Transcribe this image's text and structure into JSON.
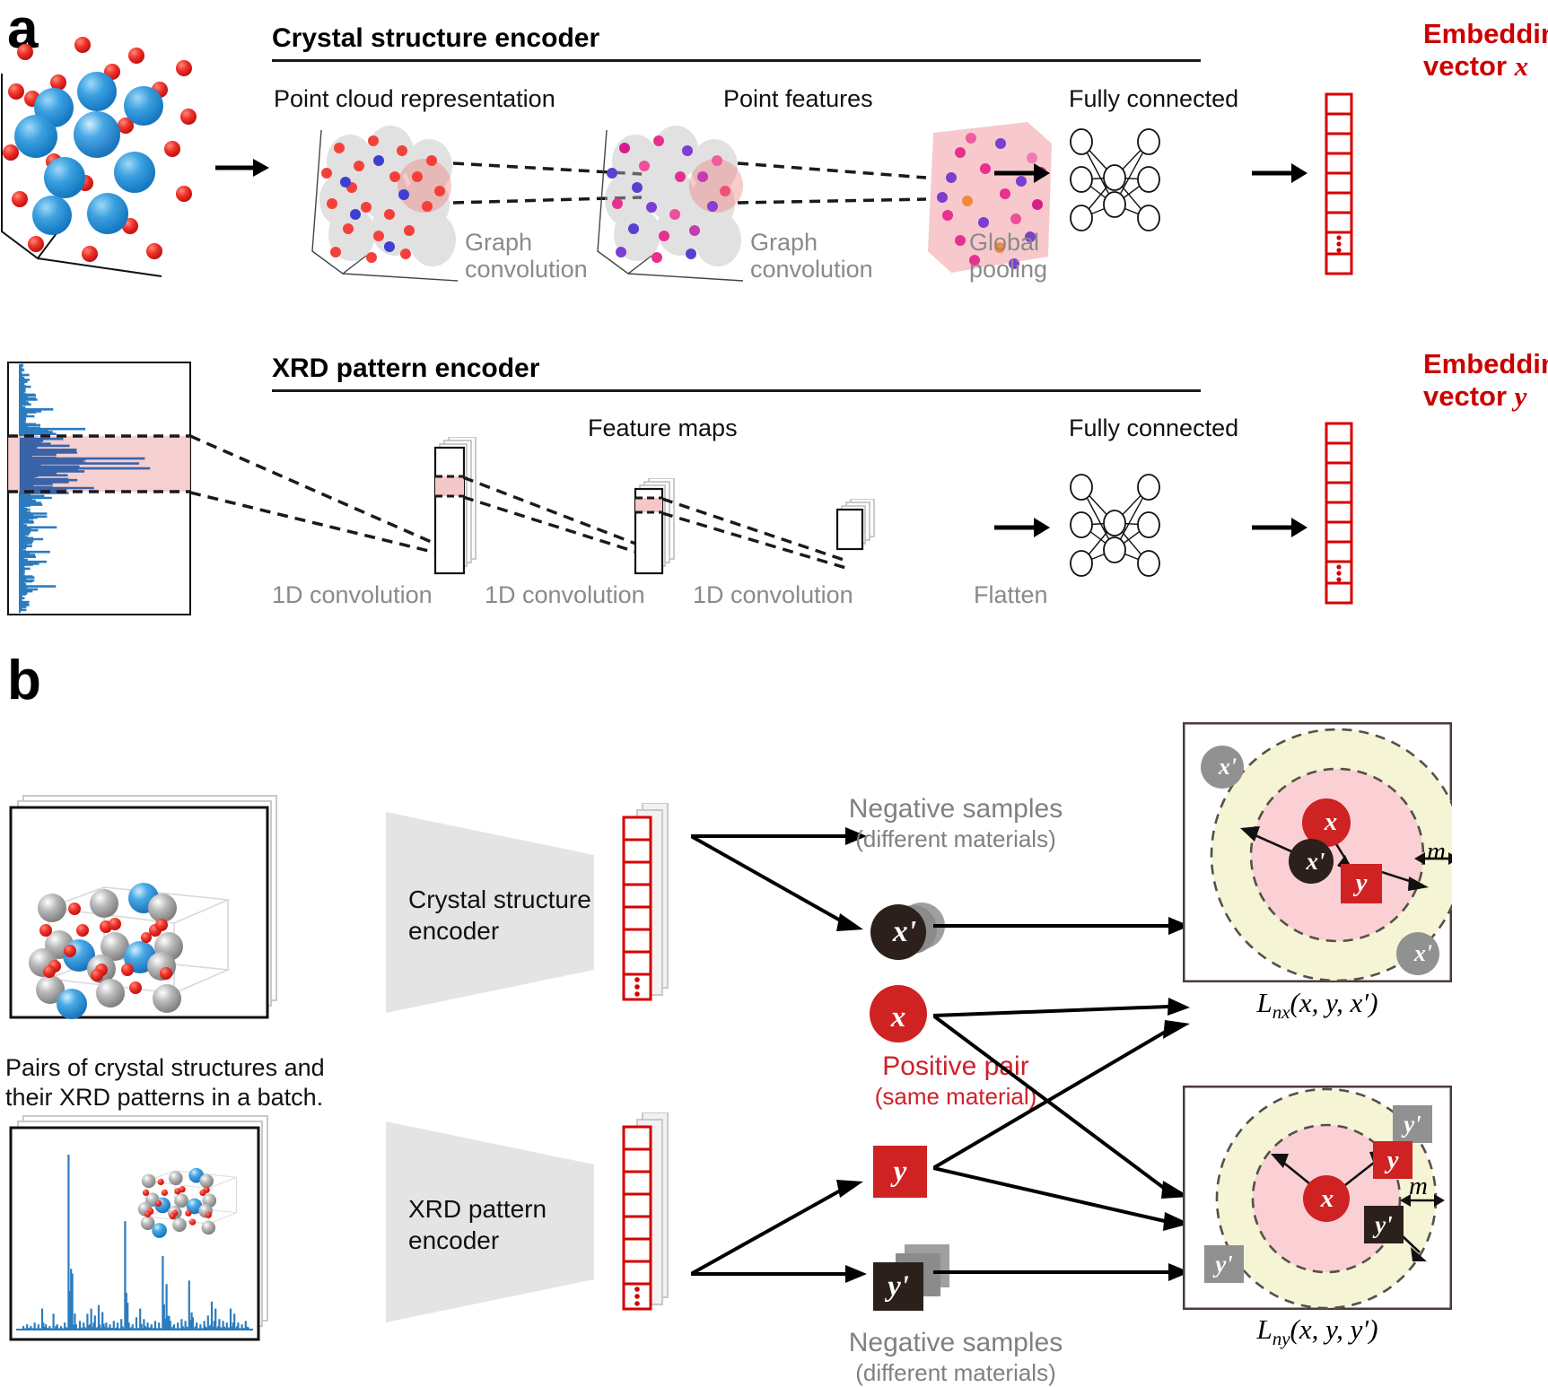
{
  "figure": {
    "panels": [
      {
        "id": "a",
        "letter": "a"
      },
      {
        "id": "b",
        "letter": "b"
      }
    ]
  },
  "panel_a": {
    "crystal_encoder": {
      "title": "Crystal structure encoder",
      "stages": [
        {
          "name": "point-cloud",
          "label": "Point cloud representation",
          "op": "Graph\nconvolution"
        },
        {
          "name": "point-features",
          "label": "Point features",
          "op": "Graph\nconvolution"
        },
        {
          "name": "global-pooling",
          "label": "",
          "op": "Global\npooling"
        },
        {
          "name": "fully-connected",
          "label": "Fully connected",
          "op": ""
        }
      ],
      "stage_labels": {
        "point_cloud": "Point cloud representation",
        "point_features": "Point features",
        "fully_connected": "Fully connected"
      },
      "ops": {
        "graph_convolution_1": "Graph\nconvolution",
        "graph_convolution_2": "Graph\nconvolution",
        "global_pooling": "Global\npooling"
      },
      "output": {
        "line1": "Embedding",
        "line2": "vector",
        "symbol": "x"
      }
    },
    "xrd_encoder": {
      "title": "XRD pattern encoder",
      "stage_labels": {
        "feature_maps": "Feature maps",
        "fully_connected": "Fully connected"
      },
      "ops": {
        "conv_1": "1D convolution",
        "conv_2": "1D convolution",
        "conv_3": "1D convolution",
        "flatten": "Flatten"
      },
      "output": {
        "line1": "Embedding",
        "line2": "vector",
        "symbol": "y"
      }
    }
  },
  "panel_b": {
    "input_caption": {
      "line1": "Pairs of crystal structures and",
      "line2": "their XRD patterns in a batch."
    },
    "encoders": [
      {
        "name": "crystal-structure-encoder",
        "line1": "Crystal structure",
        "line2": "encoder"
      },
      {
        "name": "xrd-pattern-encoder",
        "line1": "XRD pattern",
        "line2": "encoder"
      }
    ],
    "negatives_top": {
      "line1": "Negative samples",
      "line2": "(different materials)"
    },
    "negatives_bottom": {
      "line1": "Negative samples",
      "line2": "(different materials)"
    },
    "positive_pair": {
      "line1": "Positive pair",
      "line2": "(same material)"
    },
    "tokens": {
      "x_negative": "x'",
      "x_positive": "x",
      "y_positive": "y",
      "y_negative": "y'"
    },
    "loss_top": {
      "formula": "Lnx(x, y, x')",
      "formula_parts": {
        "l": "L",
        "sub": "nx",
        "args": "(x, y, x′)"
      },
      "margin_label": "m",
      "items": [
        {
          "name": "x-prime-outside-top-left",
          "label": "x'",
          "style": "gray-circle"
        },
        {
          "name": "x-anchor",
          "label": "x",
          "style": "red-circle"
        },
        {
          "name": "x-prime-inside",
          "label": "x'",
          "style": "black-circle"
        },
        {
          "name": "y-target",
          "label": "y",
          "style": "red-square"
        },
        {
          "name": "x-prime-outside-bottom-right",
          "label": "x'",
          "style": "gray-circle"
        }
      ]
    },
    "loss_bottom": {
      "formula": "Lny(x, y, y')",
      "formula_parts": {
        "l": "L",
        "sub": "ny",
        "args": "(x, y, y′)"
      },
      "margin_label": "m",
      "items": [
        {
          "name": "y-prime-outside-top-right",
          "label": "y'",
          "style": "gray-square"
        },
        {
          "name": "y-target",
          "label": "y",
          "style": "red-square"
        },
        {
          "name": "x-anchor",
          "label": "x",
          "style": "red-circle"
        },
        {
          "name": "y-prime-inside",
          "label": "y'",
          "style": "black-square"
        },
        {
          "name": "y-prime-outside-bottom-left",
          "label": "y'",
          "style": "gray-square"
        }
      ]
    }
  },
  "colors": {
    "accent_red": "#cc0000",
    "token_red": "#cf2222",
    "token_black": "#2b201c",
    "token_gray": "#919191",
    "highlight_pink": "#f4c7c8",
    "margin_yellow": "#f5f5d5",
    "inner_pink": "#fbd0d4",
    "gray_shape": "#e4e4e4",
    "gray_text": "#8a8a8a",
    "xrd_blue": "#2b7cc0"
  },
  "chart_data": [
    {
      "type": "bar",
      "name": "xrd-pattern-rotated",
      "orientation": "horizontal",
      "title": "",
      "xlabel": "",
      "ylabel": "",
      "grid": false,
      "legend": false,
      "highlight_band": {
        "from": 0.3,
        "to": 0.52,
        "color": "#f4c7c8"
      },
      "x": [
        0.01,
        0.03,
        0.05,
        0.07,
        0.09,
        0.11,
        0.13,
        0.15,
        0.17,
        0.19,
        0.21,
        0.23,
        0.25,
        0.27,
        0.29,
        0.31,
        0.33,
        0.35,
        0.37,
        0.39,
        0.41,
        0.43,
        0.45,
        0.47,
        0.49,
        0.51,
        0.53,
        0.55,
        0.57,
        0.59,
        0.61,
        0.63,
        0.65,
        0.67,
        0.69,
        0.71,
        0.73,
        0.75,
        0.77,
        0.79,
        0.81,
        0.83,
        0.85,
        0.87,
        0.89,
        0.91,
        0.93,
        0.95,
        0.97,
        0.99
      ],
      "values": [
        4,
        3,
        6,
        10,
        14,
        8,
        20,
        12,
        7,
        30,
        18,
        9,
        25,
        48,
        22,
        35,
        60,
        88,
        44,
        100,
        72,
        96,
        58,
        83,
        40,
        66,
        30,
        22,
        28,
        14,
        34,
        18,
        9,
        24,
        12,
        30,
        16,
        8,
        20,
        10,
        26,
        13,
        7,
        18,
        9,
        22,
        11,
        6,
        14,
        8
      ]
    },
    {
      "type": "bar",
      "name": "xrd-pattern-batch",
      "orientation": "vertical",
      "title": "",
      "xlabel": "",
      "ylabel": "",
      "grid": false,
      "legend": false,
      "x": [
        1,
        2,
        3,
        4,
        5,
        6,
        7,
        8,
        9,
        10,
        11,
        12,
        13,
        14,
        15,
        16,
        17,
        18,
        19,
        20,
        21,
        22,
        23,
        24,
        25,
        26,
        27,
        28,
        29,
        30,
        31,
        32,
        33,
        34,
        35,
        36,
        37,
        38,
        39,
        40,
        41,
        42,
        43,
        44,
        45,
        46,
        47,
        48,
        49,
        50,
        51,
        52,
        53,
        54,
        55,
        56,
        57,
        58,
        59,
        60
      ],
      "values": [
        2,
        3,
        2,
        4,
        3,
        12,
        3,
        2,
        9,
        3,
        2,
        4,
        100,
        32,
        3,
        5,
        4,
        9,
        12,
        8,
        14,
        10,
        4,
        3,
        5,
        4,
        6,
        62,
        4,
        3,
        7,
        12,
        6,
        4,
        3,
        5,
        4,
        42,
        26,
        5,
        3,
        4,
        6,
        5,
        28,
        7,
        4,
        3,
        5,
        8,
        16,
        12,
        6,
        5,
        4,
        12,
        9,
        4,
        3,
        5
      ]
    }
  ]
}
